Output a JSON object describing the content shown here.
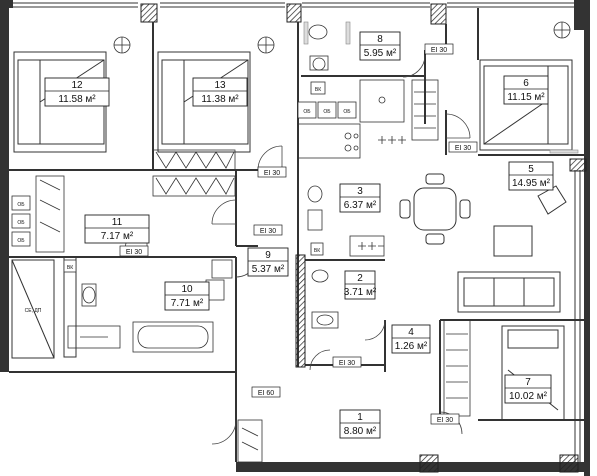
{
  "rooms": [
    {
      "id": "room-1",
      "number": "1",
      "area": "8.80 м²"
    },
    {
      "id": "room-2",
      "number": "2",
      "area": "3.71 м²"
    },
    {
      "id": "room-3",
      "number": "3",
      "area": "6.37 м²"
    },
    {
      "id": "room-4",
      "number": "4",
      "area": "1.26 м²"
    },
    {
      "id": "room-5",
      "number": "5",
      "area": "14.95 м²"
    },
    {
      "id": "room-6",
      "number": "6",
      "area": "11.15 м²"
    },
    {
      "id": "room-7",
      "number": "7",
      "area": "10.02 м²"
    },
    {
      "id": "room-8",
      "number": "8",
      "area": "5.95 м²"
    },
    {
      "id": "room-9",
      "number": "9",
      "area": "5.37 м²"
    },
    {
      "id": "room-10",
      "number": "10",
      "area": "7.71 м²"
    },
    {
      "id": "room-11",
      "number": "11",
      "area": "7.17 м²"
    },
    {
      "id": "room-12",
      "number": "12",
      "area": "11.58 м²"
    },
    {
      "id": "room-13",
      "number": "13",
      "area": "11.38 м²"
    }
  ],
  "door_ratings": {
    "ei30": "EI 30",
    "ei60": "EI 60"
  },
  "fixture_labels": {
    "vk": "ВК",
    "ob": "ОБ",
    "se_dp": "СЕ, ДП"
  }
}
